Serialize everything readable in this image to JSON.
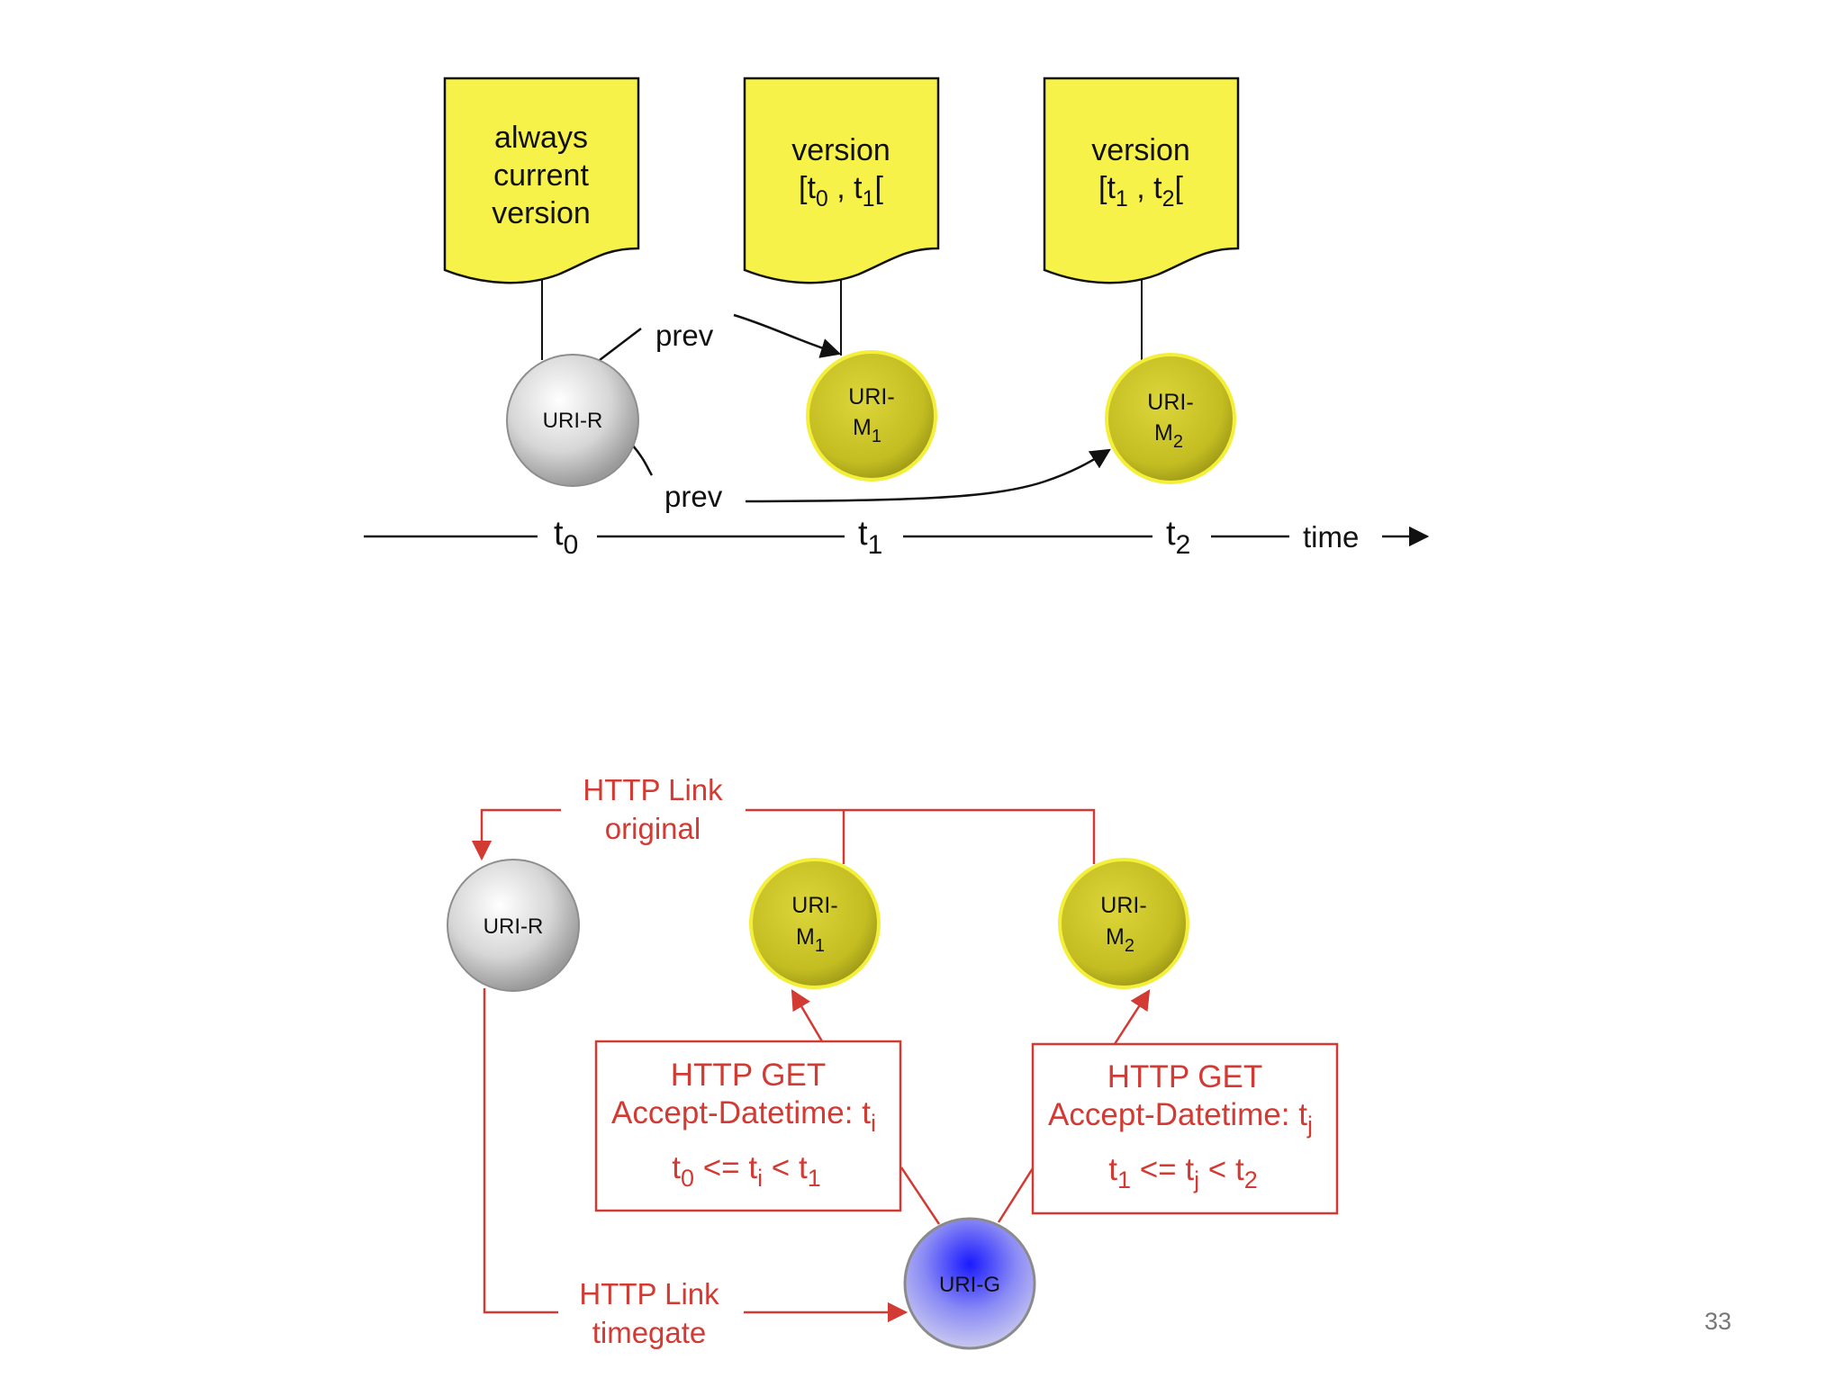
{
  "top_diagram": {
    "docs": [
      {
        "lines": [
          "always",
          "current",
          "version"
        ]
      },
      {
        "line1": "version",
        "open": "[t",
        "a": "0",
        "sep": " , t",
        "b": "1",
        "close": "["
      },
      {
        "line1": "version",
        "open": "[t",
        "a": "1",
        "sep": " , t",
        "b": "2",
        "close": "["
      }
    ],
    "uri_r": "URI-R",
    "uri_m1": {
      "line1": "URI-",
      "base": "M",
      "sub": "1"
    },
    "uri_m2": {
      "line1": "URI-",
      "base": "M",
      "sub": "2"
    },
    "prev_labels": [
      "prev",
      "prev"
    ],
    "timeline": {
      "ticks": [
        {
          "base": "t",
          "sub": "0"
        },
        {
          "base": "t",
          "sub": "1"
        },
        {
          "base": "t",
          "sub": "2"
        }
      ],
      "time_label": "time"
    },
    "colors": {
      "doc_fill": "#f7f24a",
      "memento_fill": "#c9c42a",
      "original_fill": "#d4d4d4"
    }
  },
  "bottom_diagram": {
    "uri_r": "URI-R",
    "uri_m1": {
      "line1": "URI-",
      "base": "M",
      "sub": "1"
    },
    "uri_m2": {
      "line1": "URI-",
      "base": "M",
      "sub": "2"
    },
    "uri_g": "URI-G",
    "link_original": [
      "HTTP Link",
      "original"
    ],
    "link_timegate": [
      "HTTP Link",
      "timegate"
    ],
    "box_i": {
      "line1": "HTTP GET",
      "line2": "Accept-Datetime: t",
      "line2_sub": "i",
      "line3": {
        "t_a": "t",
        "a": "0",
        "op1": " <=  t",
        "mid": "i",
        "op2": " < t",
        "b": "1"
      }
    },
    "box_j": {
      "line1": "HTTP GET",
      "line2": "Accept-Datetime: t",
      "line2_sub": "j",
      "line3": {
        "t_a": "t",
        "a": "1",
        "op1": " <=  t",
        "mid": "j",
        "op2": " < t",
        "b": "2"
      }
    },
    "colors": {
      "link_color": "#d23a34",
      "timegate_fill": "#3a3af0"
    }
  },
  "page_number": "33"
}
